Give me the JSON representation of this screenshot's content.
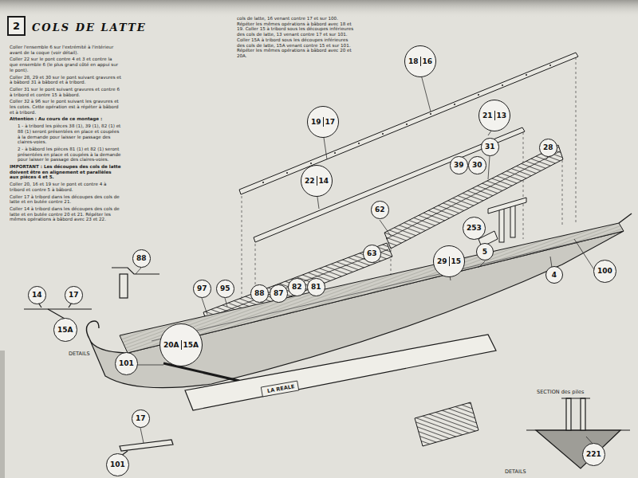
{
  "diagram": {
    "title": "COLS DE LATTE",
    "nodes": [
      {
        "text": [
          "2"
        ]
      },
      {
        "text": [
          "18",
          "16"
        ]
      },
      {
        "text": [
          "19",
          "17"
        ]
      },
      {
        "text": [
          "21",
          "13"
        ]
      },
      {
        "text": [
          "22",
          "14"
        ]
      },
      {
        "text": [
          "31"
        ]
      },
      {
        "text": [
          "28"
        ]
      },
      {
        "text": [
          "39"
        ]
      },
      {
        "text": [
          "30"
        ]
      },
      {
        "text": [
          "62"
        ]
      },
      {
        "text": [
          "63"
        ]
      },
      {
        "text": [
          "88"
        ]
      },
      {
        "text": [
          "97"
        ]
      },
      {
        "text": [
          "95"
        ]
      },
      {
        "text": [
          "88"
        ]
      },
      {
        "text": [
          "87"
        ]
      },
      {
        "text": [
          "82"
        ]
      },
      {
        "text": [
          "81"
        ]
      },
      {
        "text": [
          "253"
        ]
      },
      {
        "text": [
          "29",
          "15"
        ]
      },
      {
        "text": [
          "5"
        ]
      },
      {
        "text": [
          "100"
        ]
      },
      {
        "text": [
          "4"
        ]
      },
      {
        "text": [
          "20A",
          "15A"
        ]
      },
      {
        "text": [
          "101"
        ]
      },
      {
        "text": [
          "17"
        ]
      },
      {
        "text": [
          "101"
        ]
      },
      {
        "text": [
          "221"
        ]
      },
      {
        "text": [
          "14"
        ]
      },
      {
        "text": [
          "17"
        ]
      },
      {
        "text": [
          "15A"
        ]
      }
    ],
    "labels": [
      "Coller l'ensemble 6 sur l'extrémité à l'intérieur avant de la coque (voir détail).",
      "Coller 22 sur le pont contre 4 et 3 et contre la que ensemble 6 (le plus grand côté en appui sur le pont).",
      "Coller 28, 29 et 30 sur le pont suivant gravures et à bâbord 31 à bâbord et à tribord.",
      "Coller 31 sur le pont suivant gravures et contre 6 à tribord et contre 15 à bâbord.",
      "Coller 32 à 96 sur le pont suivant les gravures et les cotes. Cette opération est à répéter à bâbord et à tribord.",
      "Attention : Au cours de ce montage :",
      "1 - à tribord les pièces 38 (1), 39 (1), 82 (1) et 88 (1) seront présentées en place et coupées à la demande pour laisser le passage des claires-voies.",
      "2 - à bâbord les pièces 81 (1) et 82 (1) seront présentées en place et coupées à la demande pour laisser le passage des claires-voies.",
      "IMPORTANT : Les découpes des cols de latte doivent être en alignement et parallèles aux pièces 4 et 5.",
      "Coller 20, 16 et 19 sur le pont et contre 4 à tribord et contre 5 à bâbord.",
      "Coller 17 à tribord dans les découpes des cols de latte et en butée contre 21.",
      "Coller 14 à tribord dans les découpes des cols de latte et en butée contre 20 et 21. Répéter les mêmes opérations à bâbord avec 23 et 22.",
      "cols de latte, 16 venant contre 17 et sur 100. Répéter les mêmes opérations à bâbord avec 18 et 19. Coller 15 à tribord sous les découpes inférieures des cols de latte, 13 venant contre 17 et sur 101. Coller 15A à tribord sous les découpes inférieures des cols de latte, 15A venant contre 15 et sur 101. Répéter les mêmes opérations à bâbord avec 20 et 20A.",
      "DETAILS",
      "DETAILS",
      "LA REALE",
      "SECTION des piles"
    ]
  }
}
